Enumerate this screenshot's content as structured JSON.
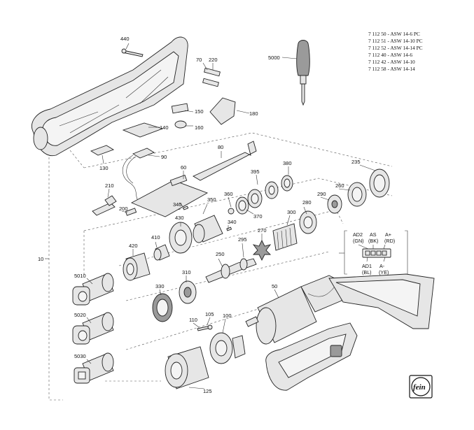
{
  "models": [
    "7 112 50 - ASW 14-6 PC",
    "7 112 51 - ASW 14-10 PC",
    "7 112 52 - ASW 14-14 PC",
    "7 112 40 - ASW 14-6",
    "7 112 42 - ASW 14-10",
    "7 112 58 - ASW 14-14"
  ],
  "parts": {
    "p440": "440",
    "p70": "70",
    "p220": "220",
    "p5000": "5000",
    "p150": "150",
    "p180": "180",
    "p140": "140",
    "p160": "160",
    "p130": "130",
    "p90": "90",
    "p80": "80",
    "p60": "60",
    "p235": "235",
    "p395": "395",
    "p380": "380",
    "p210": "210",
    "p360": "360",
    "p290": "290",
    "p260": "260",
    "p340a": "340",
    "p350": "350",
    "p370": "370",
    "p280": "280",
    "p200": "200",
    "p300": "300",
    "p430": "430",
    "p340b": "340",
    "p410": "410",
    "p270": "270",
    "p295": "295",
    "p420": "420",
    "p10": "10",
    "p250": "250",
    "p5010": "5010",
    "p310": "310",
    "p330": "330",
    "p50": "50",
    "p5020": "5020",
    "p105": "105",
    "p110": "110",
    "p100": "100",
    "p5030": "5030",
    "p125": "125"
  },
  "connector": {
    "top": [
      "AD2",
      "AS",
      "A+"
    ],
    "top_colors": [
      "(GN)",
      "(BK)",
      "(RD)"
    ],
    "bottom": [
      "AD1",
      "A-"
    ],
    "bottom_colors": [
      "(BL)",
      "(YE)"
    ]
  },
  "logo": "fein"
}
